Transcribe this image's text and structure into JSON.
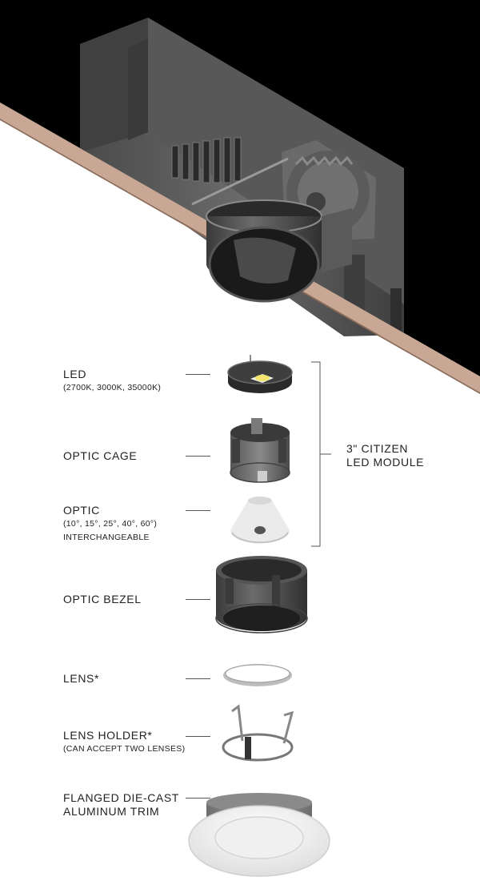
{
  "parts": [
    {
      "label": "LED",
      "note": "(2700K, 3000K, 35000K)"
    },
    {
      "label": "OPTIC CAGE"
    },
    {
      "label": "OPTIC",
      "note": "(10°, 15°, 25°, 40°, 60°)",
      "note2": "INTERCHANGEABLE"
    },
    {
      "label": "OPTIC BEZEL"
    },
    {
      "label": "LENS*"
    },
    {
      "label": "LENS HOLDER*",
      "note": "(CAN ACCEPT TWO LENSES)"
    },
    {
      "label": "FLANGED DIE-CAST",
      "label2": "ALUMINUM TRIM"
    }
  ],
  "module_group": {
    "line1": "3\" CITIZEN",
    "line2": "LED MODULE"
  },
  "colors": {
    "ceiling_void": "#000000",
    "ceiling_board": "#c8a894",
    "housing_metal": "#5a5a5a",
    "module_metal": "#3c3c3c",
    "trim_white": "#f4f4f4",
    "led_chip": "#f4e66a"
  }
}
